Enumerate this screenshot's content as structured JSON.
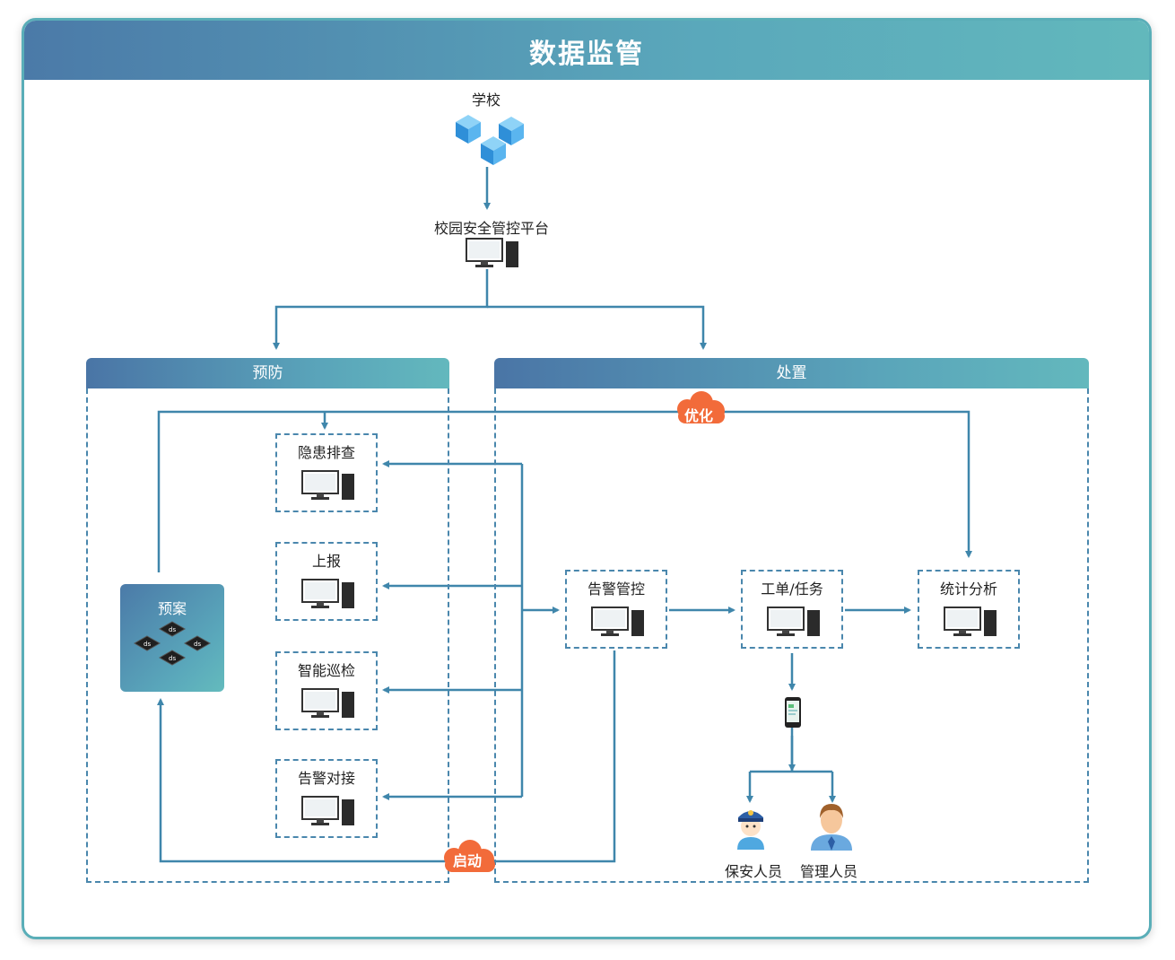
{
  "title": "数据监管",
  "school": "学校",
  "platform": "校园安全管控平台",
  "prevention": {
    "title": "预防",
    "nodes": [
      "隐患排查",
      "上报",
      "智能巡检",
      "告警对接"
    ],
    "plan": "预案"
  },
  "disposal": {
    "title": "处置",
    "nodes": [
      "告警管控",
      "工单/任务",
      "统计分析"
    ],
    "people": [
      "保安人员",
      "管理人员"
    ]
  },
  "clouds": {
    "optimize": "优化",
    "start": "启动"
  },
  "colors": {
    "line": "#3f86ab",
    "dash": "#4a87ad",
    "header_start": "#4b7aa8",
    "header_end": "#62b8bc",
    "cloud": "#f26b3a"
  }
}
